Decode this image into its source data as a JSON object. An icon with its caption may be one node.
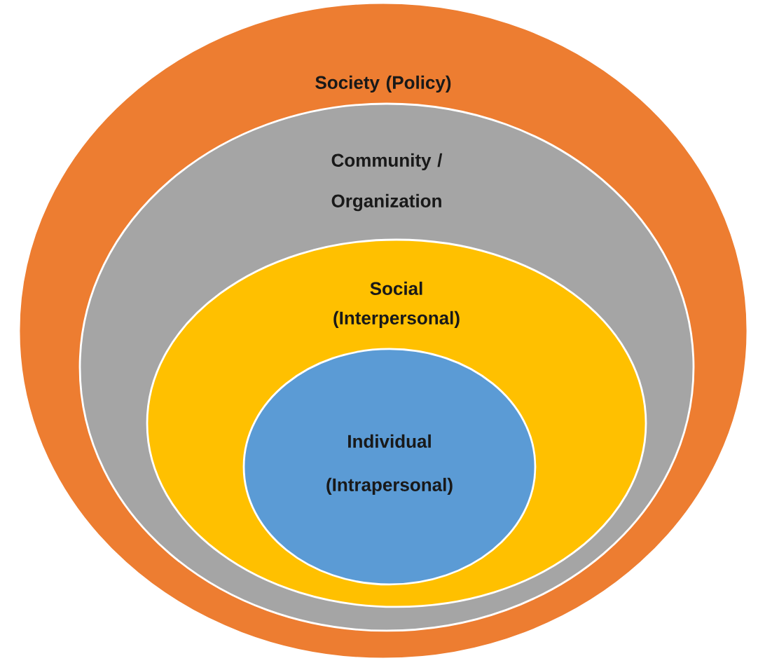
{
  "diagram": {
    "nodes": [
      {
        "text": [
          "Society (Policy)"
        ]
      },
      {
        "text": [
          "Community / Organization"
        ],
        "in": 0
      },
      {
        "text": [
          "Social (Interpersonal)"
        ],
        "in": 1
      },
      {
        "text": [
          "Individual (Intrapersonal)"
        ],
        "in": 2
      }
    ]
  }
}
